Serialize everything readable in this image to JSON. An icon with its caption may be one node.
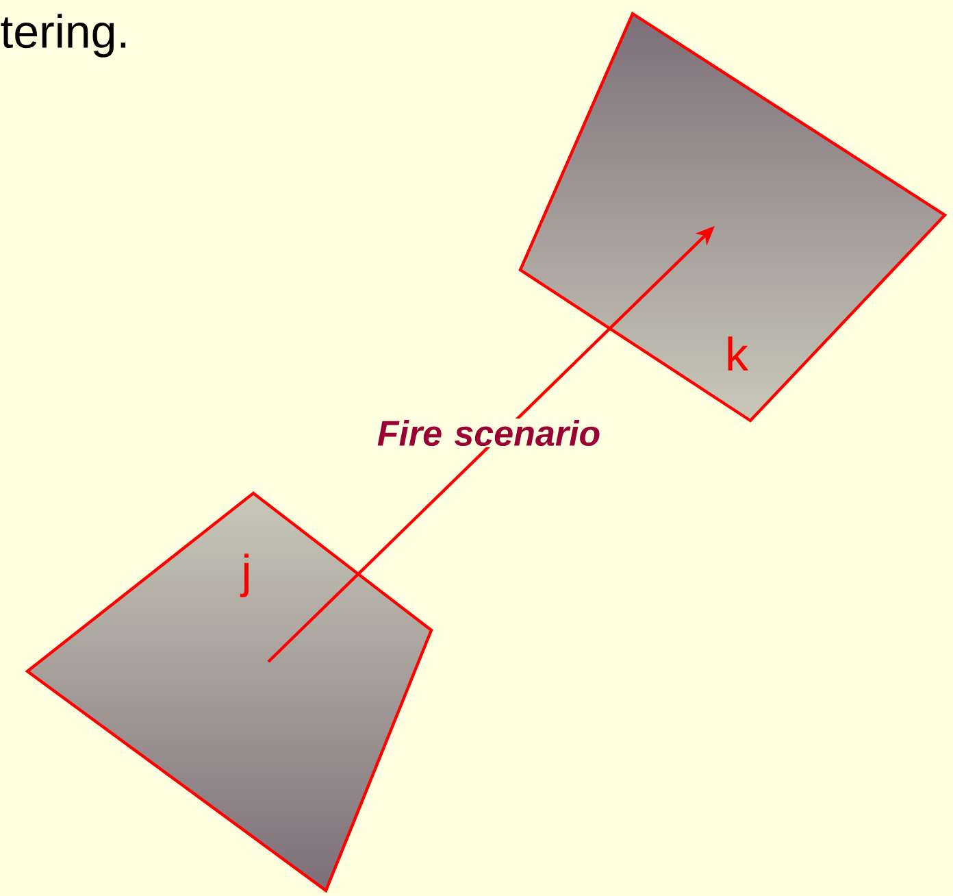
{
  "diagram": {
    "nodes": [
      {
        "text": [
          "j"
        ]
      },
      {
        "text": [
          "k"
        ]
      }
    ],
    "edges": [
      {
        "from": 0,
        "to": 1,
        "arrow": "to",
        "label": "Fire scenario"
      }
    ],
    "labels": [
      "tering."
    ]
  }
}
